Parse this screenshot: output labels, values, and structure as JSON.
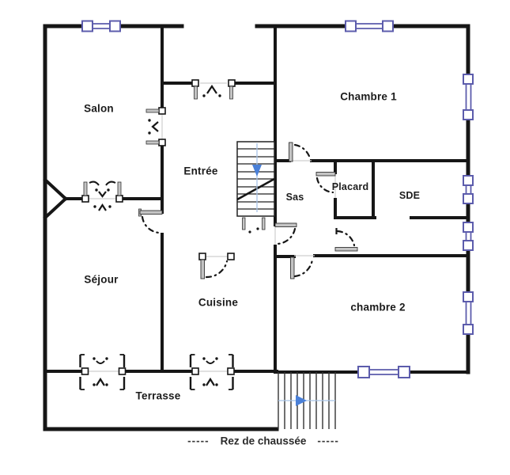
{
  "plan": {
    "type": "floor-plan",
    "rooms": [
      {
        "name": "salon",
        "label": "Salon"
      },
      {
        "name": "chambre-1",
        "label": "Chambre 1"
      },
      {
        "name": "entree",
        "label": "Entrée"
      },
      {
        "name": "sas",
        "label": "Sas"
      },
      {
        "name": "placard",
        "label": "Placard"
      },
      {
        "name": "sde",
        "label": "SDE"
      },
      {
        "name": "sejour",
        "label": "Séjour"
      },
      {
        "name": "cuisine",
        "label": "Cuisine"
      },
      {
        "name": "chambre-2",
        "label": "chambre 2"
      },
      {
        "name": "terrasse",
        "label": "Terrasse"
      }
    ],
    "caption": {
      "left_dashes": "-----",
      "text": "Rez de chaussée",
      "right_dashes": "-----"
    },
    "icons": [
      {
        "name": "interior-stairs-down-arrow",
        "shape": "triangle-down"
      },
      {
        "name": "exterior-stairs-right-arrow",
        "shape": "triangle-right"
      }
    ],
    "colors": {
      "wall": "#161616",
      "window_frame": "#5c5cac",
      "door_leaf": "#c4c4c4",
      "stair_arrow": "#4a80d8",
      "stair_guide_line": "#a8c4e8",
      "label_text": "#1c1c1c",
      "background": "#ffffff"
    }
  }
}
